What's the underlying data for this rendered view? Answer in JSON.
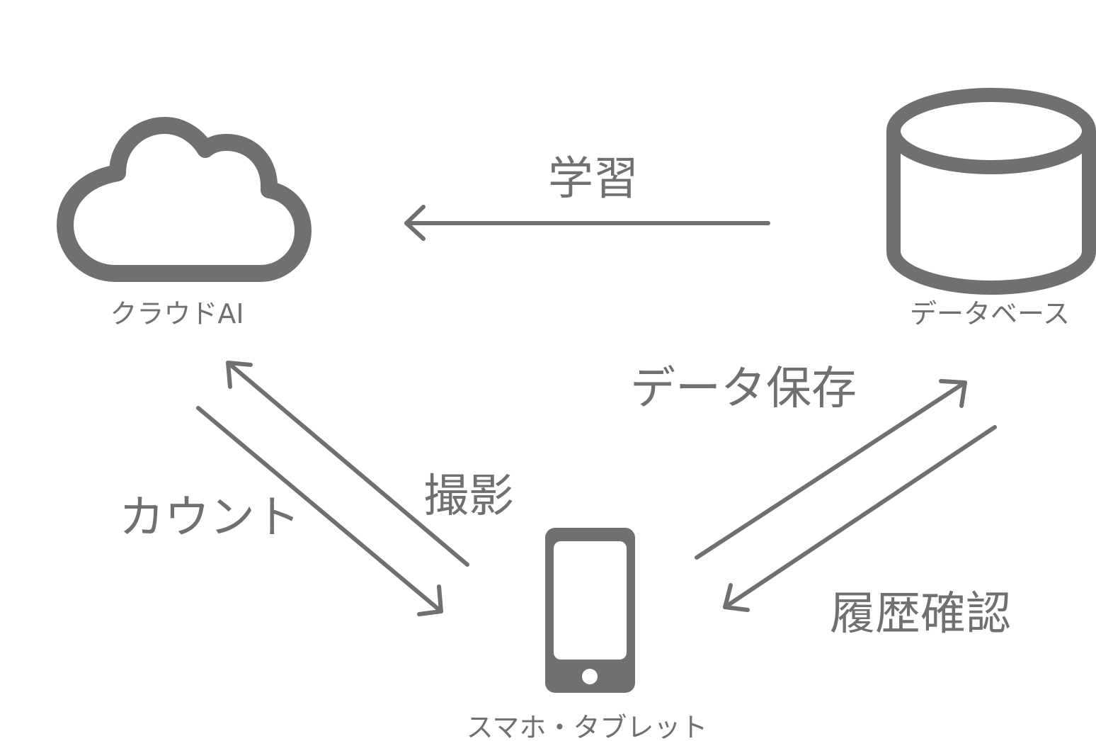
{
  "colors": {
    "stroke": "#707070",
    "background": "#ffffff"
  },
  "nodes": {
    "cloud": {
      "label": "クラウドAI",
      "icon": "cloud-icon"
    },
    "database": {
      "label": "データベース",
      "icon": "database-icon"
    },
    "device": {
      "label": "スマホ・タブレット",
      "icon": "smartphone-icon"
    }
  },
  "edges": {
    "learn": {
      "label": "学習",
      "from": "データベース",
      "to": "クラウドAI"
    },
    "capture": {
      "label": "撮影",
      "from": "スマホ・タブレット",
      "to": "クラウドAI"
    },
    "count": {
      "label": "カウント",
      "from": "クラウドAI",
      "to": "スマホ・タブレット"
    },
    "save": {
      "label": "データ保存",
      "from": "スマホ・タブレット",
      "to": "データベース"
    },
    "history": {
      "label": "履歴確認",
      "from": "データベース",
      "to": "スマホ・タブレット"
    }
  }
}
